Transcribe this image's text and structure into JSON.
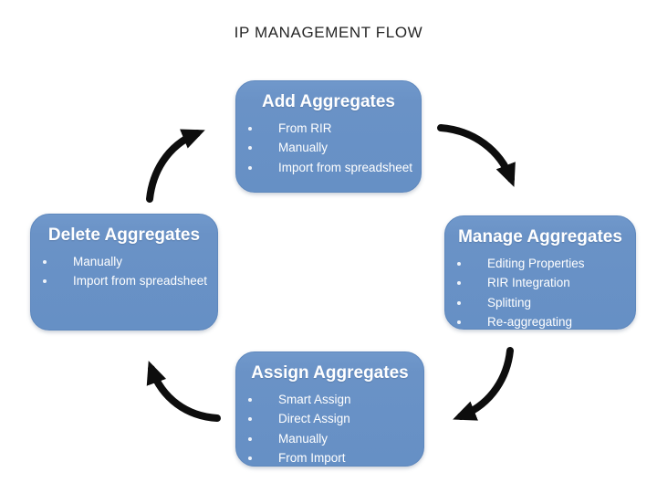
{
  "title": "IP MANAGEMENT FLOW",
  "colors": {
    "box_fill": "#6A92C6",
    "box_border": "#5D87BD",
    "box_text": "#FFFFFF",
    "arrow": "#0D0D0D",
    "title_text": "#262626",
    "background": "#FFFFFF"
  },
  "boxes": [
    {
      "id": "add",
      "heading": "Add Aggregates",
      "items": [
        "From RIR",
        "Manually",
        "Import from spreadsheet"
      ]
    },
    {
      "id": "manage",
      "heading": "Manage Aggregates",
      "items": [
        "Editing Properties",
        "RIR Integration",
        "Splitting",
        "Re-aggregating"
      ]
    },
    {
      "id": "assign",
      "heading": "Assign Aggregates",
      "items": [
        "Smart Assign",
        "Direct Assign",
        "Manually",
        "From Import"
      ]
    },
    {
      "id": "delete",
      "heading": "Delete Aggregates",
      "items": [
        "Manually",
        "Import from spreadsheet"
      ]
    }
  ],
  "connections": [
    {
      "from": "Add Aggregates",
      "to": "Manage Aggregates"
    },
    {
      "from": "Manage Aggregates",
      "to": "Assign Aggregates"
    },
    {
      "from": "Assign Aggregates",
      "to": "Delete Aggregates"
    },
    {
      "from": "Delete Aggregates",
      "to": "Add Aggregates"
    }
  ]
}
